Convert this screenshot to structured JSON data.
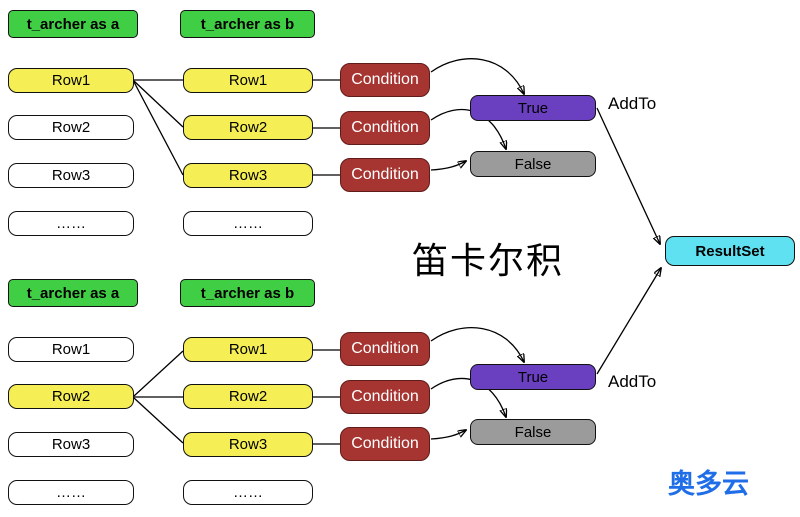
{
  "title": "笛卡尔积",
  "watermark": "奥多云",
  "labels": {
    "resultset": "ResultSet"
  },
  "colors": {
    "table_header_green": "#3fce44",
    "row_highlight_yellow": "#f5ef55",
    "condition_red": "#a63531",
    "true_purple": "#6a3fc0",
    "false_gray": "#9b9b9b",
    "resultset_cyan": "#5fe1f2",
    "watermark_blue": "#1f6ee8"
  },
  "sections": [
    {
      "table_a": {
        "title": "t_archer as a",
        "rows": [
          "Row1",
          "Row2",
          "Row3",
          "……"
        ]
      },
      "table_b": {
        "title": "t_archer as b",
        "rows": [
          "Row1",
          "Row2",
          "Row3",
          "……"
        ]
      },
      "conditions": [
        "Condition",
        "Condition",
        "Condition"
      ],
      "true_label": "True",
      "false_label": "False",
      "addto": "AddTo"
    },
    {
      "table_a": {
        "title": "t_archer as a",
        "rows": [
          "Row1",
          "Row2",
          "Row3",
          "……"
        ]
      },
      "table_b": {
        "title": "t_archer as b",
        "rows": [
          "Row1",
          "Row2",
          "Row3",
          "……"
        ]
      },
      "conditions": [
        "Condition",
        "Condition",
        "Condition"
      ],
      "true_label": "True",
      "false_label": "False",
      "addto": "AddTo"
    }
  ]
}
